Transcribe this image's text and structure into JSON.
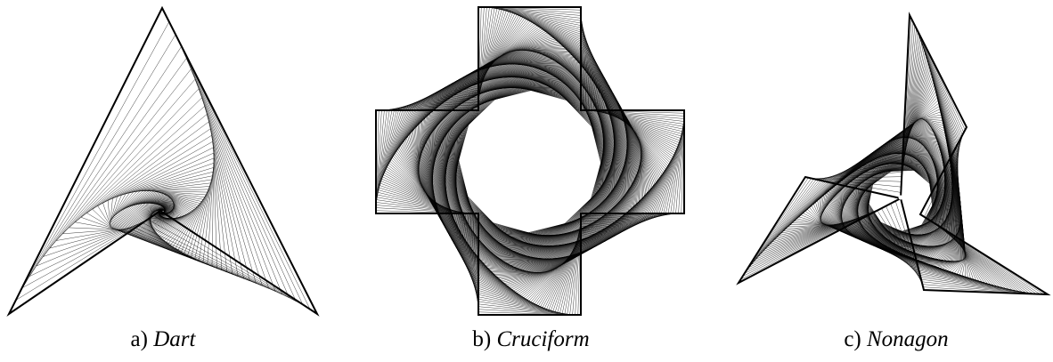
{
  "colors": {
    "stroke": "#000000",
    "background": "#ffffff",
    "center_dot": "#ffffff"
  },
  "panels": [
    {
      "id": "dart",
      "letter": "a)",
      "name": "Dart"
    },
    {
      "id": "cruciform",
      "letter": "b)",
      "name": "Cruciform"
    },
    {
      "id": "nonagon",
      "letter": "c)",
      "name": "Nonagon"
    }
  ]
}
